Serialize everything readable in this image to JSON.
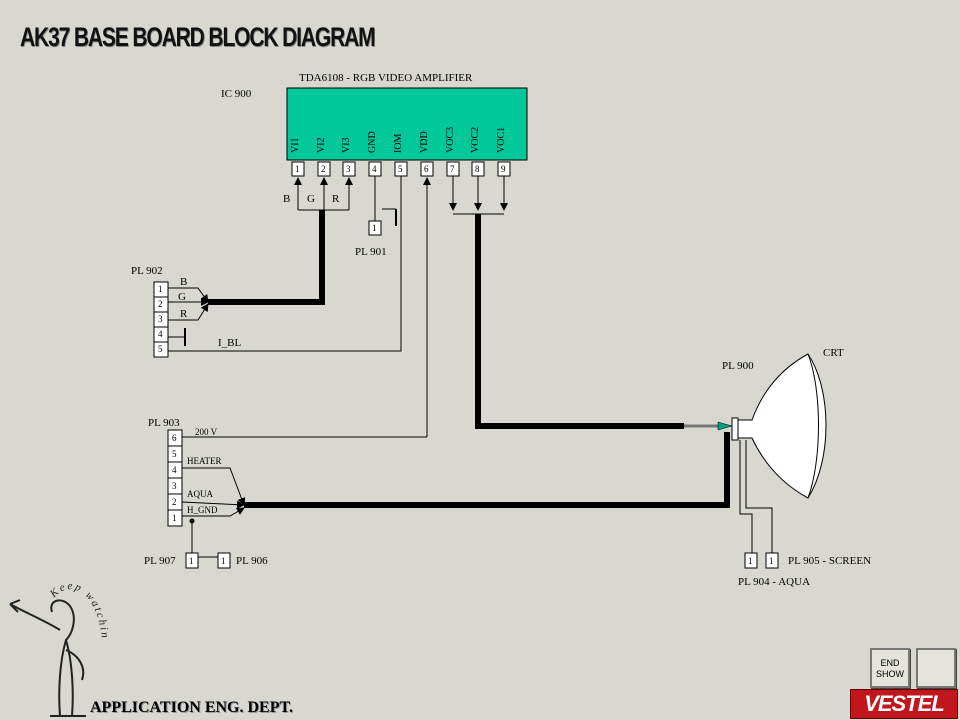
{
  "title": "AK37 BASE BOARD BLOCK DIAGRAM",
  "footer": {
    "dept": "APPLICATION ENG. DEPT.",
    "slogan": "Keep watching us",
    "brand": "VESTEL",
    "end_show_line1": "END",
    "end_show_line2": "SHOW"
  },
  "ic": {
    "ref": "IC 900",
    "name": "TDA6108 - RGB VIDEO AMPLIFIER",
    "pins": [
      {
        "label": "VI1",
        "num": "1"
      },
      {
        "label": "VI2",
        "num": "2"
      },
      {
        "label": "VI3",
        "num": "3"
      },
      {
        "label": "GND",
        "num": "4"
      },
      {
        "label": "IOM",
        "num": "5"
      },
      {
        "label": "VDD",
        "num": "6"
      },
      {
        "label": "VOC3",
        "num": "7"
      },
      {
        "label": "VOC2",
        "num": "8"
      },
      {
        "label": "VOC1",
        "num": "9"
      }
    ],
    "input_labels": [
      "B",
      "G",
      "R"
    ]
  },
  "pl901": {
    "name": "PL 901",
    "pin": "1"
  },
  "pl902": {
    "name": "PL 902",
    "pins": [
      "1",
      "2",
      "3",
      "4",
      "5"
    ],
    "signals": [
      "B",
      "G",
      "R"
    ],
    "ibl": "I_BL"
  },
  "pl903": {
    "name": "PL 903",
    "pins": [
      "6",
      "5",
      "4",
      "3",
      "2",
      "1"
    ],
    "v200": "200 V",
    "heater": "HEATER",
    "aqua": "AQUA",
    "hgnd": "H_GND"
  },
  "pl907": {
    "name": "PL 907",
    "pin": "1"
  },
  "pl906": {
    "name": "PL 906",
    "pin": "1"
  },
  "pl900": {
    "name": "PL 900"
  },
  "crt": {
    "name": "CRT"
  },
  "pl905": {
    "name": "PL 905 - SCREEN",
    "pin": "1"
  },
  "pl904": {
    "name": "PL 904 - AQUA",
    "pin": "1"
  },
  "colors": {
    "ic_body": "#00c89a",
    "background": "#d8d8d0",
    "brand_red": "#c0161d"
  }
}
